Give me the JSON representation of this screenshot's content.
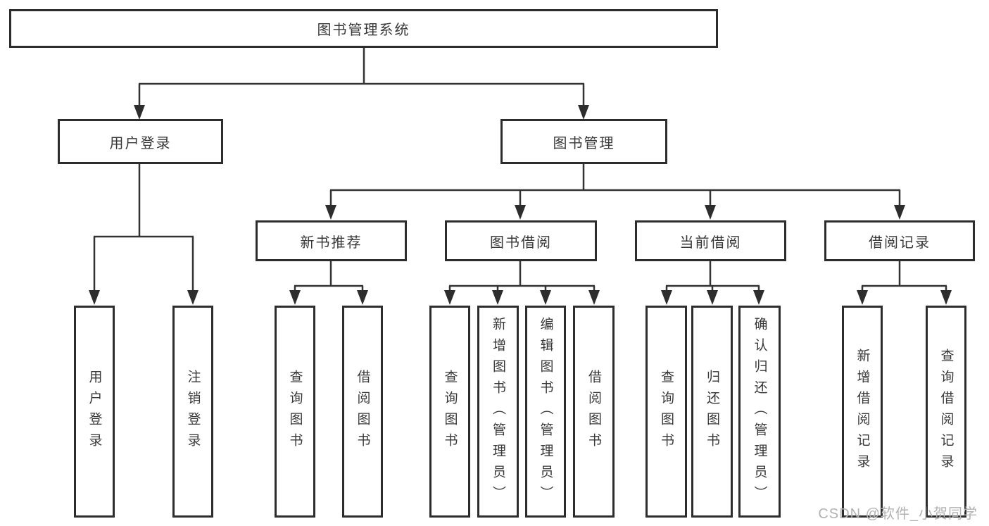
{
  "tree": {
    "root": {
      "label": "图书管理系统"
    },
    "branches": [
      {
        "label": "用户登录",
        "children": [
          {
            "label": "用户登录"
          },
          {
            "label": "注销登录"
          }
        ]
      },
      {
        "label": "图书管理",
        "children": [
          {
            "label": "新书推荐",
            "children": [
              {
                "label": "查询图书"
              },
              {
                "label": "借阅图书"
              }
            ]
          },
          {
            "label": "图书借阅",
            "children": [
              {
                "label": "查询图书"
              },
              {
                "label": "新增图书（管理员）"
              },
              {
                "label": "编辑图书（管理员）"
              },
              {
                "label": "借阅图书"
              }
            ]
          },
          {
            "label": "当前借阅",
            "children": [
              {
                "label": "查询图书"
              },
              {
                "label": "归还图书"
              },
              {
                "label": "确认归还（管理员）"
              }
            ]
          },
          {
            "label": "借阅记录",
            "children": [
              {
                "label": "新增借阅记录"
              },
              {
                "label": "查询借阅记录"
              }
            ]
          }
        ]
      }
    ]
  },
  "watermark": "CSDN @软件_小贺同学",
  "colors": {
    "line": "#333333",
    "box_border": "#2d2d2d",
    "text": "#383838",
    "watermark": "#b2b2b2",
    "background": "#ffffff"
  }
}
